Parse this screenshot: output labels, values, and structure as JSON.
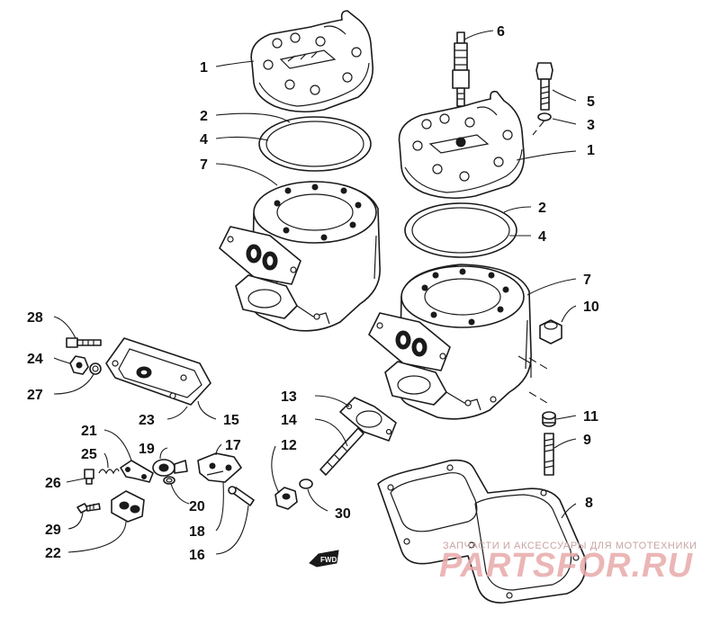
{
  "diagram": {
    "callouts": {
      "c1a": "1",
      "c1b": "1",
      "c2a": "2",
      "c2b": "2",
      "c3": "3",
      "c4a": "4",
      "c4b": "4",
      "c5": "5",
      "c6": "6",
      "c7a": "7",
      "c7b": "7",
      "c8": "8",
      "c9": "9",
      "c10": "10",
      "c11": "11",
      "c12": "12",
      "c13": "13",
      "c14": "14",
      "c15": "15",
      "c16": "16",
      "c17": "17",
      "c18": "18",
      "c19": "19",
      "c20": "20",
      "c21": "21",
      "c22": "22",
      "c23": "23",
      "c24": "24",
      "c25": "25",
      "c26": "26",
      "c27": "27",
      "c28": "28",
      "c29": "29",
      "c30": "30"
    },
    "fwd_label": "FWD"
  },
  "watermark": {
    "tagline": "ЗАПЧАСТИ И АКСЕССУАРЫ ДЛЯ МОТОТЕХНИКИ",
    "logo": "PARTSFOR.RU",
    "color": "#e8aaaa"
  }
}
